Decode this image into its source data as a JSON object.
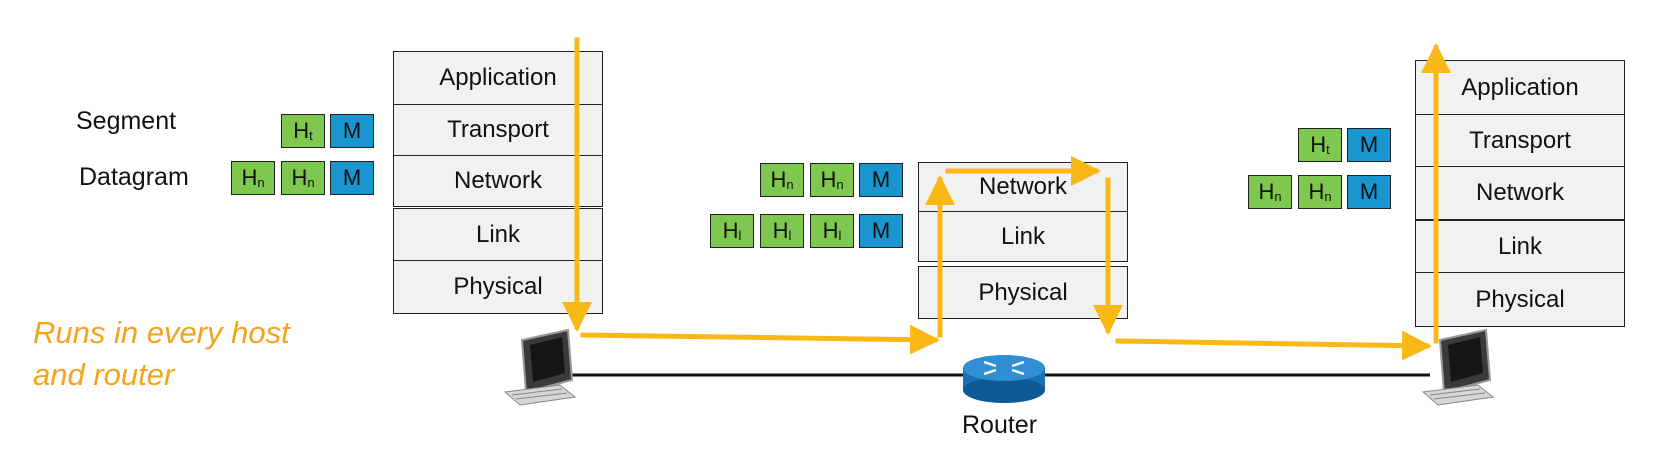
{
  "source_stack": {
    "layers": [
      "Application",
      "Transport",
      "Network",
      "Link",
      "Physical"
    ]
  },
  "router_stack": {
    "layers": [
      "Network",
      "Link",
      "Physical"
    ]
  },
  "dest_stack": {
    "layers": [
      "Application",
      "Transport",
      "Network",
      "Link",
      "Physical"
    ]
  },
  "labels": {
    "segment": "Segment",
    "datagram": "Datagram",
    "router": "Router"
  },
  "note": {
    "line1": "Runs in every host",
    "line2": "and router"
  },
  "headers": {
    "H": "H",
    "t": "t",
    "n": "n",
    "l": "l",
    "M": "M"
  },
  "colors": {
    "header_green": "#7ec850",
    "message_blue": "#1996cf",
    "arrow_yellow": "#f9b815",
    "note_orange": "#f5a31a",
    "layer_fill": "#f1f1f1"
  }
}
